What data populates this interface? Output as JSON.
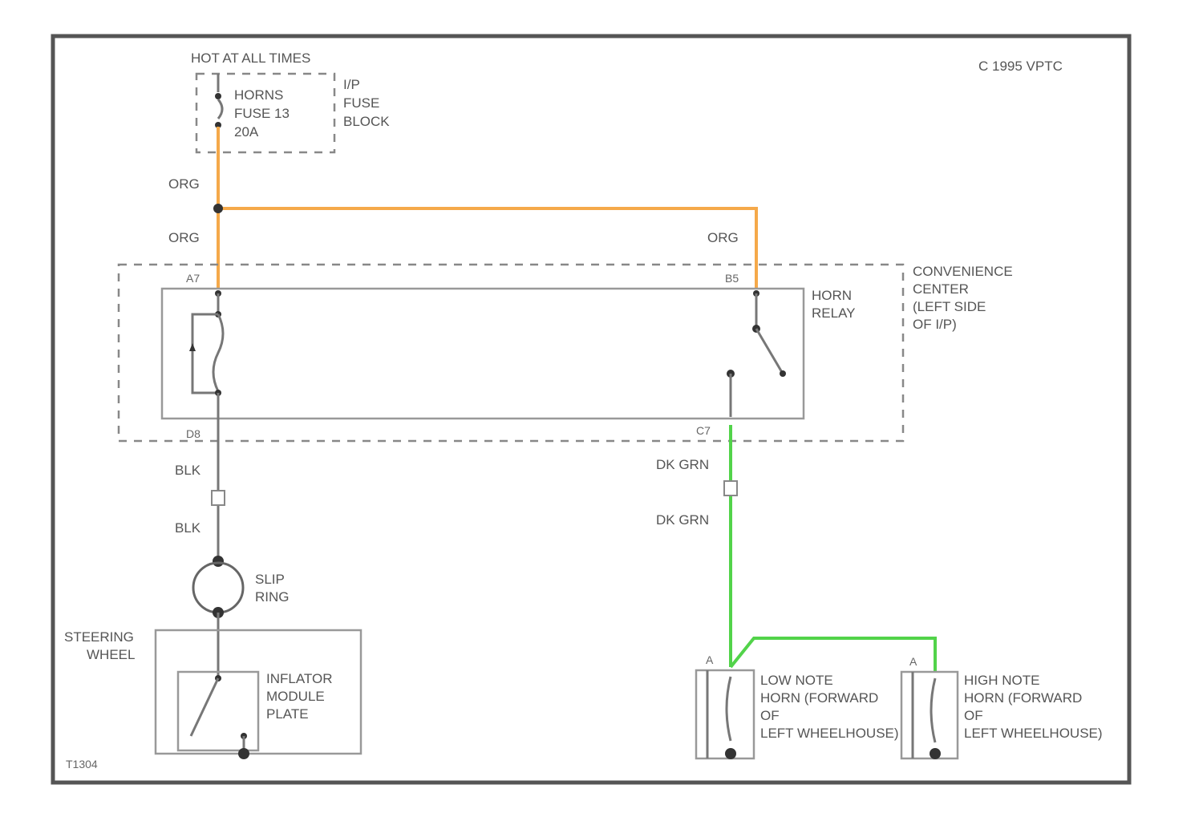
{
  "diagram": {
    "copyright": "C 1995 VPTC",
    "figure_id": "T1304",
    "power_source": "HOT AT ALL TIMES",
    "fuse": {
      "line1": "HORNS",
      "line2": "FUSE 13",
      "line3": "20A"
    },
    "fuse_block": {
      "line1": "I/P",
      "line2": "FUSE",
      "line3": "BLOCK"
    },
    "wire_colors": {
      "org_upper": "ORG",
      "org_left": "ORG",
      "org_right": "ORG",
      "blk_upper": "BLK",
      "blk_lower": "BLK",
      "dkgrn_upper": "DK GRN",
      "dkgrn_lower": "DK GRN"
    },
    "pins": {
      "a7": "A7",
      "b5": "B5",
      "d8": "D8",
      "c7": "C7",
      "horn_low_pin": "A",
      "horn_high_pin": "A"
    },
    "relay": {
      "line1": "HORN",
      "line2": "RELAY"
    },
    "convenience_center": {
      "line1": "CONVENIENCE",
      "line2": "CENTER",
      "line3": "(LEFT SIDE",
      "line4": "OF I/P)"
    },
    "slip_ring": {
      "line1": "SLIP",
      "line2": "RING"
    },
    "steering_wheel": {
      "line1": "STEERING",
      "line2": "WHEEL"
    },
    "inflator": {
      "line1": "INFLATOR",
      "line2": "MODULE",
      "line3": "PLATE"
    },
    "low_horn": {
      "line1": "LOW NOTE",
      "line2": "HORN (FORWARD",
      "line3": "OF",
      "line4": "LEFT WHEELHOUSE)"
    },
    "high_horn": {
      "line1": "HIGH NOTE",
      "line2": "HORN (FORWARD",
      "line3": "OF",
      "line4": "LEFT WHEELHOUSE)"
    },
    "colors": {
      "orange_wire": "#f5a94a",
      "green_wire": "#52d34a",
      "black_wire": "#777777"
    }
  }
}
